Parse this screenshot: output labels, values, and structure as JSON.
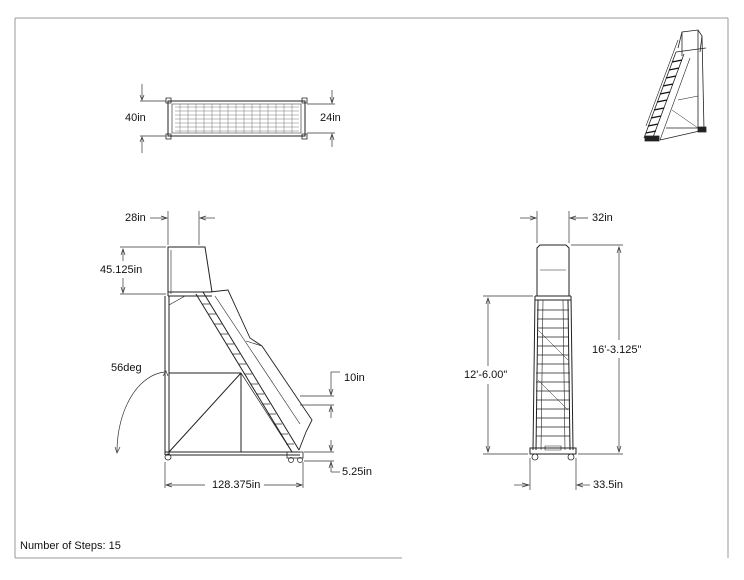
{
  "top_view": {
    "width_label": "40in",
    "inner_width_label": "24in"
  },
  "side_view": {
    "platform_depth_label": "28in",
    "handrail_height_label": "45.125in",
    "angle_label": "56deg",
    "step_depth_label": "10in",
    "base_length_label": "128.375in",
    "caster_height_label": "5.25in"
  },
  "front_view": {
    "top_width_label": "32in",
    "platform_height_label": "12'-6.00\"",
    "overall_height_label": "16'-3.125\"",
    "base_width_label": "33.5in"
  },
  "footer": {
    "steps_text": "Number of Steps: 15"
  }
}
